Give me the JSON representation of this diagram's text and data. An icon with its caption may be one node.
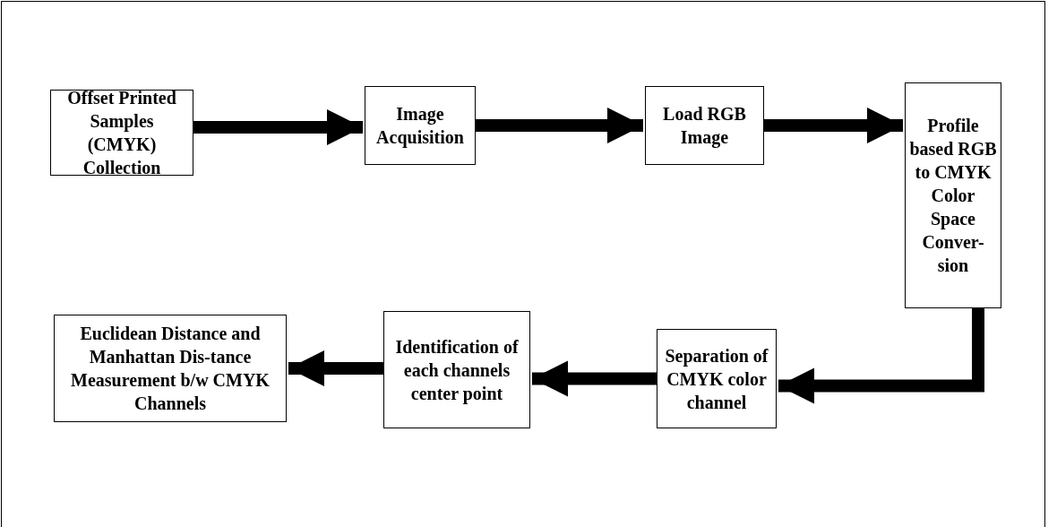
{
  "diagram": {
    "nodes": [
      {
        "text": [
          "Offset Printed Samples (CMYK) Collection"
        ]
      },
      {
        "text": [
          "Image Acquisition"
        ]
      },
      {
        "text": [
          "Load RGB Image"
        ]
      },
      {
        "text": [
          "Profile based RGB to CMYK Color Space Conver-sion"
        ]
      },
      {
        "text": [
          "Separation of CMYK color channel"
        ]
      },
      {
        "text": [
          "Identification of each channels center point"
        ]
      },
      {
        "text": [
          "Euclidean Distance and Manhattan Dis-tance Measurement b/w CMYK Channels"
        ]
      }
    ],
    "edges": [
      {
        "from": 0,
        "to": 1,
        "arrow": "to"
      },
      {
        "from": 1,
        "to": 2,
        "arrow": "to"
      },
      {
        "from": 2,
        "to": 3,
        "arrow": "to"
      },
      {
        "from": 3,
        "to": 4,
        "arrow": "to"
      },
      {
        "from": 4,
        "to": 5,
        "arrow": "to"
      },
      {
        "from": 5,
        "to": 6,
        "arrow": "to"
      }
    ]
  }
}
